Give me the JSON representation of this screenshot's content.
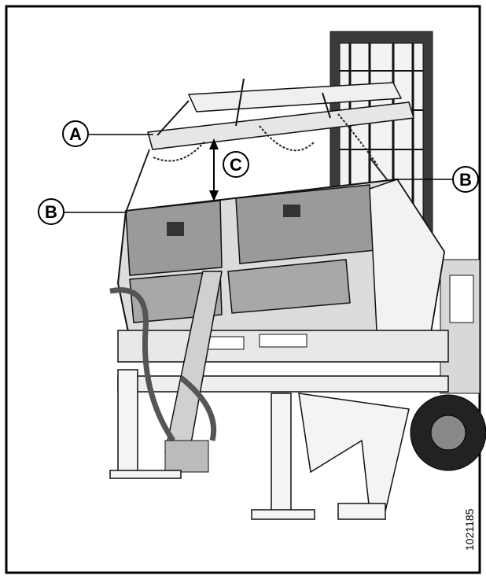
{
  "callouts": {
    "a": "A",
    "b_left": "B",
    "b_right": "B",
    "c": "C"
  },
  "figure_id": "1021185"
}
